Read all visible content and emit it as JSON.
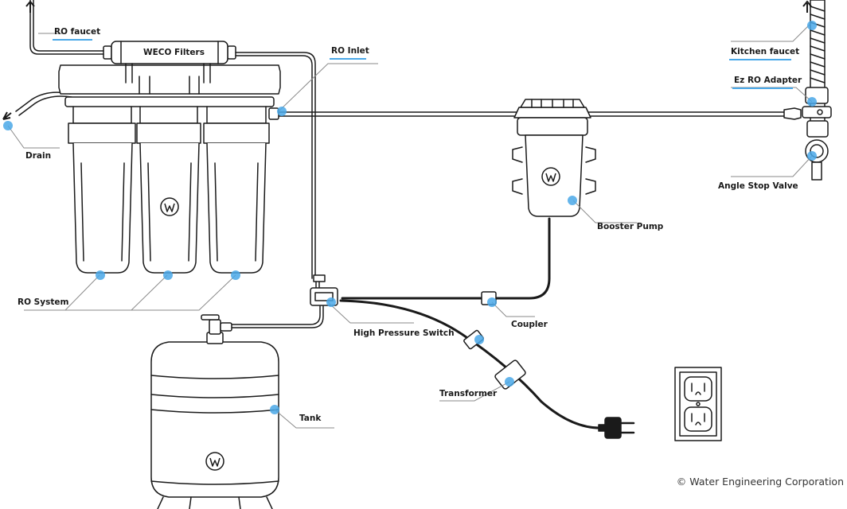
{
  "labels": {
    "ro_faucet": "RO faucet",
    "weco_filters": "WECO Filters",
    "ro_inlet": "RO Inlet",
    "kitchen_faucet": "Kitchen faucet",
    "ez_ro_adapter": "Ez RO Adapter",
    "drain": "Drain",
    "angle_stop_valve": "Angle Stop Valve",
    "booster_pump": "Booster Pump",
    "ro_system": "RO System",
    "high_pressure_switch": "High Pressure Switch",
    "coupler": "Coupler",
    "transformer": "Transformer",
    "tank": "Tank"
  },
  "copyright": "© Water Engineering Corporation",
  "colors": {
    "line": "#1a1a1a",
    "dot": "#4aa8e8",
    "leader": "#8a8a8a",
    "accent": "#4aa8e8"
  },
  "icons": [
    "w-logo-icon",
    "up-arrow-icon",
    "power-plug-icon",
    "wall-outlet-icon"
  ]
}
